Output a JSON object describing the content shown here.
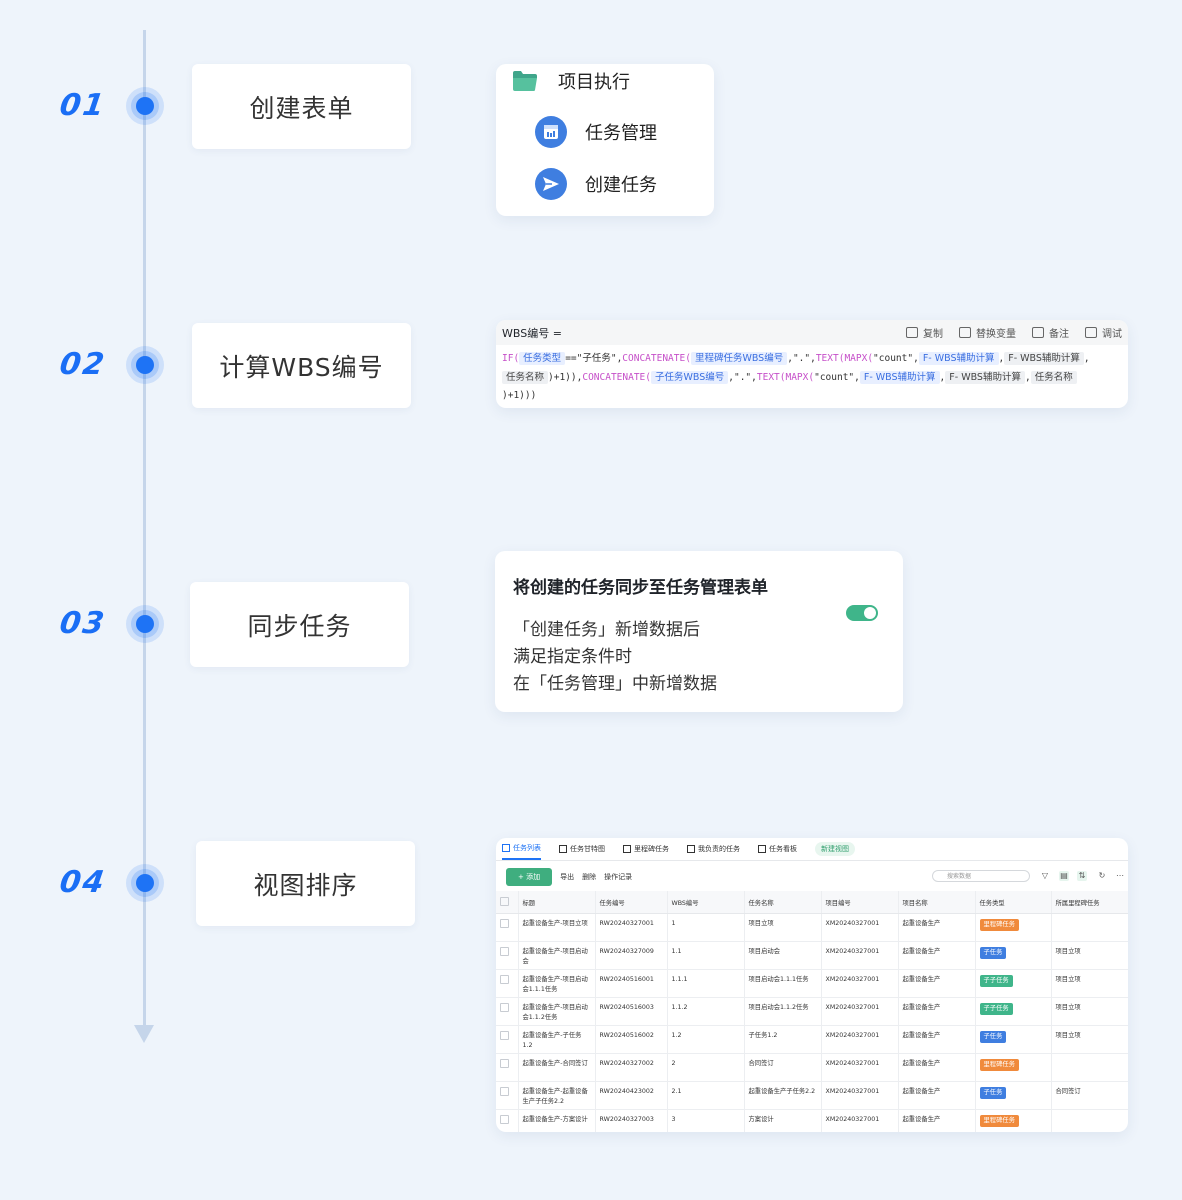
{
  "steps": [
    {
      "num": "01",
      "label": "创建表单"
    },
    {
      "num": "02",
      "label": "计算WBS编号"
    },
    {
      "num": "03",
      "label": "同步任务"
    },
    {
      "num": "04",
      "label": "视图排序"
    }
  ],
  "panel1": {
    "folder": "项目执行",
    "items": [
      "任务管理",
      "创建任务"
    ]
  },
  "panel2": {
    "title": "WBS编号 =",
    "tools": [
      "复制",
      "替换变量",
      "备注",
      "调试"
    ],
    "fields": {
      "f1": "任务类型",
      "f2": "里程碑任务WBS编号",
      "f3": "F- WBS辅助计算",
      "f4": "F- WBS辅助计算",
      "f5": "任务名称",
      "f6": "子任务WBS编号",
      "f7": "F- WBS辅助计算",
      "f8": "F- WBS辅助计算",
      "f9": "任务名称"
    },
    "tokens": {
      "if": "IF(",
      "eq": "==\"子任务\",",
      "concat": "CONCATENATE(",
      "dot": ",\".\",",
      "text": "TEXT(",
      "mapx": "MAPX(",
      "count": "\"count\",",
      "comma": ",",
      "plus1a": ")+1)),",
      "plus1b": ")+1)))",
      "concat2": "CONCATENATE(",
      "dot2": ",\".\",",
      "text2": "TEXT(",
      "mapx2": "MAPX(",
      "count2": "\"count\","
    }
  },
  "panel3": {
    "title": "将创建的任务同步至任务管理表单",
    "lines": [
      "「创建任务」新增数据后",
      "满足指定条件时",
      "在「任务管理」中新增数据"
    ],
    "toggle_on": true
  },
  "panel4": {
    "tabs": [
      "任务列表",
      "任务甘特图",
      "里程碑任务",
      "我负责的任务",
      "任务看板",
      "新建视图"
    ],
    "actions": [
      "+ 添加",
      "导出",
      "删除",
      "操作记录"
    ],
    "search_placeholder": "搜索数据",
    "columns": [
      "标题",
      "任务编号",
      "WBS编号",
      "任务名称",
      "项目编号",
      "项目名称",
      "任务类型",
      "所属里程碑任务"
    ],
    "rows": [
      {
        "title": "起重设备生产-项目立项",
        "code": "RW20240327001",
        "wbs": "1",
        "name": "项目立项",
        "proj": "XM20240327001",
        "pname": "起重设备生产",
        "type": "里程碑任务",
        "parent": ""
      },
      {
        "title": "起重设备生产-项目启动会",
        "code": "RW20240327009",
        "wbs": "1.1",
        "name": "项目启动会",
        "proj": "XM20240327001",
        "pname": "起重设备生产",
        "type": "子任务",
        "parent": "项目立项"
      },
      {
        "title": "起重设备生产-项目启动会1.1.1任务",
        "code": "RW20240516001",
        "wbs": "1.1.1",
        "name": "项目启动会1.1.1任务",
        "proj": "XM20240327001",
        "pname": "起重设备生产",
        "type": "子子任务",
        "parent": "项目立项"
      },
      {
        "title": "起重设备生产-项目启动会1.1.2任务",
        "code": "RW20240516003",
        "wbs": "1.1.2",
        "name": "项目启动会1.1.2任务",
        "proj": "XM20240327001",
        "pname": "起重设备生产",
        "type": "子子任务",
        "parent": "项目立项"
      },
      {
        "title": "起重设备生产-子任务1.2",
        "code": "RW20240516002",
        "wbs": "1.2",
        "name": "子任务1.2",
        "proj": "XM20240327001",
        "pname": "起重设备生产",
        "type": "子任务",
        "parent": "项目立项"
      },
      {
        "title": "起重设备生产-合同签订",
        "code": "RW20240327002",
        "wbs": "2",
        "name": "合同签订",
        "proj": "XM20240327001",
        "pname": "起重设备生产",
        "type": "里程碑任务",
        "parent": ""
      },
      {
        "title": "起重设备生产-起重设备生产子任务2.2",
        "code": "RW20240423002",
        "wbs": "2.1",
        "name": "起重设备生产子任务2.2",
        "proj": "XM20240327001",
        "pname": "起重设备生产",
        "type": "子任务",
        "parent": "合同签订"
      },
      {
        "title": "起重设备生产-方案设计",
        "code": "RW20240327003",
        "wbs": "3",
        "name": "方案设计",
        "proj": "XM20240327001",
        "pname": "起重设备生产",
        "type": "里程碑任务",
        "parent": ""
      }
    ],
    "type_colors": {
      "里程碑任务": "#f08a3c",
      "子任务": "#3f7ee0",
      "子子任务": "#3fb58a"
    }
  }
}
